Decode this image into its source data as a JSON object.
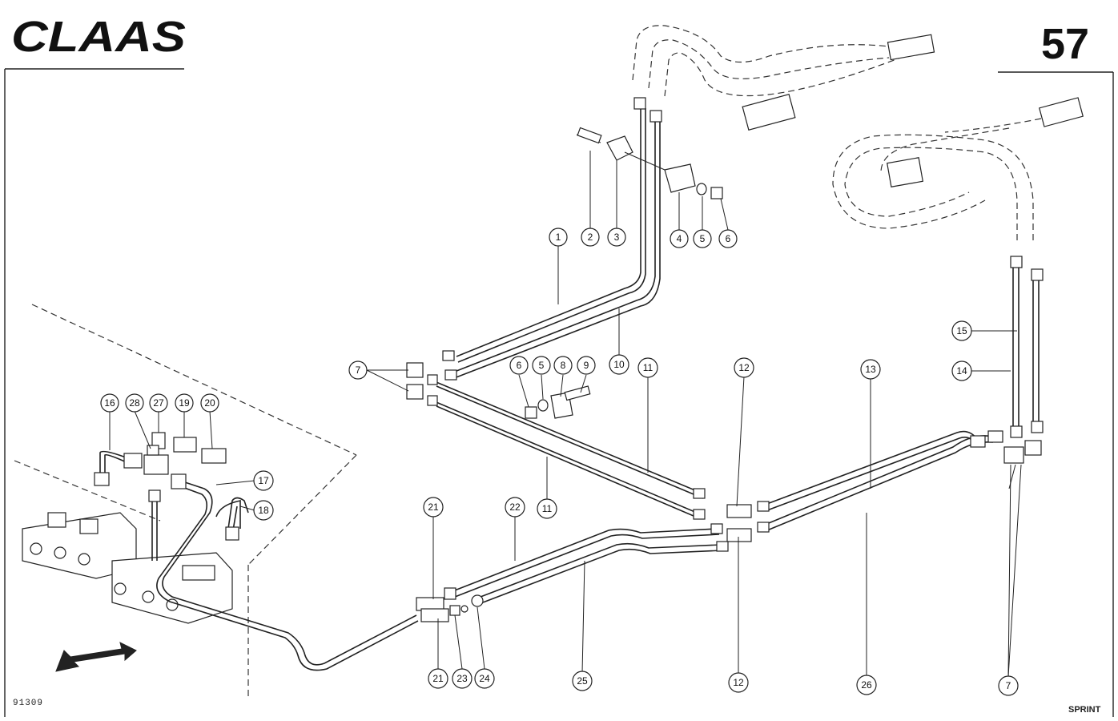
{
  "header": {
    "brand": "CLAAS",
    "page_number": "57"
  },
  "footer": {
    "drawing_number": "91309",
    "model": "SPRINT"
  },
  "callouts": [
    {
      "id": "c1",
      "label": "1"
    },
    {
      "id": "c2",
      "label": "2"
    },
    {
      "id": "c3",
      "label": "3"
    },
    {
      "id": "c4",
      "label": "4"
    },
    {
      "id": "c5a",
      "label": "5"
    },
    {
      "id": "c6a",
      "label": "6"
    },
    {
      "id": "c7a",
      "label": "7"
    },
    {
      "id": "c6b",
      "label": "6"
    },
    {
      "id": "c5b",
      "label": "5"
    },
    {
      "id": "c8",
      "label": "8"
    },
    {
      "id": "c9",
      "label": "9"
    },
    {
      "id": "c10",
      "label": "10"
    },
    {
      "id": "c11a",
      "label": "11"
    },
    {
      "id": "c11b",
      "label": "11"
    },
    {
      "id": "c12a",
      "label": "12"
    },
    {
      "id": "c12b",
      "label": "12"
    },
    {
      "id": "c13",
      "label": "13"
    },
    {
      "id": "c14",
      "label": "14"
    },
    {
      "id": "c15",
      "label": "15"
    },
    {
      "id": "c16",
      "label": "16"
    },
    {
      "id": "c17",
      "label": "17"
    },
    {
      "id": "c18",
      "label": "18"
    },
    {
      "id": "c19",
      "label": "19"
    },
    {
      "id": "c20",
      "label": "20"
    },
    {
      "id": "c21a",
      "label": "21"
    },
    {
      "id": "c21b",
      "label": "21"
    },
    {
      "id": "c22",
      "label": "22"
    },
    {
      "id": "c23",
      "label": "23"
    },
    {
      "id": "c24",
      "label": "24"
    },
    {
      "id": "c25",
      "label": "25"
    },
    {
      "id": "c26",
      "label": "26"
    },
    {
      "id": "c27",
      "label": "27"
    },
    {
      "id": "c28",
      "label": "28"
    },
    {
      "id": "c7b",
      "label": "7"
    }
  ]
}
